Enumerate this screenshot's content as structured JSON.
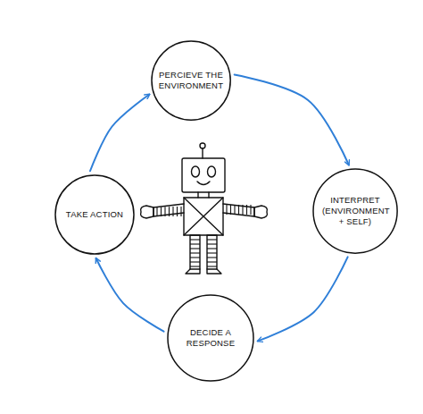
{
  "diagram": {
    "nodes": [
      {
        "text": [
          "PERCIEVE THE ENVIRONMENT"
        ]
      },
      {
        "text": [
          "INTERPRET (ENVIRONMENT + SELF)"
        ]
      },
      {
        "text": [
          "DECIDE A RESPONSE"
        ]
      },
      {
        "text": [
          "TAKE ACTION"
        ]
      }
    ],
    "edges": [
      {
        "from": 0,
        "to": 1,
        "arrow": "to"
      },
      {
        "from": 1,
        "to": 2,
        "arrow": "to"
      },
      {
        "from": 2,
        "to": 3,
        "arrow": "to"
      },
      {
        "from": 3,
        "to": 0,
        "arrow": "to"
      }
    ]
  }
}
